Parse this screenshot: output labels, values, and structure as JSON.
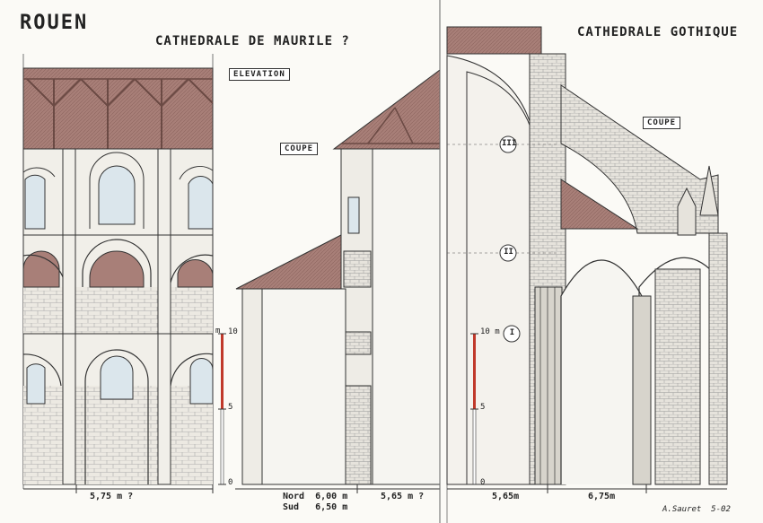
{
  "title": "ROUEN",
  "left_title": "CATHEDRALE DE MAURILE ?",
  "right_title": "CATHEDRALE GOTHIQUE",
  "labels": {
    "elevation": "ELEVATION",
    "coupe_left": "COUPE",
    "coupe_right": "COUPE"
  },
  "levels": [
    "III",
    "II",
    "I"
  ],
  "scales": {
    "left": {
      "ticks": [
        "10",
        "5",
        "0"
      ],
      "unit": "m"
    },
    "right": {
      "ticks": [
        "10 m",
        "5",
        "0"
      ]
    }
  },
  "dimensions": {
    "elevation_width": "5,75 m ?",
    "nord": "Nord  6,00 m",
    "sud": "Sud   6,50 m",
    "left_aisle": "5,65 m ?",
    "gothic_aisle": "5,65m",
    "gothic_nave": "6,75m"
  },
  "signature": "A.Sauret  5-02",
  "colors": {
    "roof": "#a87f78",
    "line": "#333333",
    "stone": "#e9e6de",
    "glass": "#dbe6ec",
    "red_scale": "#c0392b"
  }
}
